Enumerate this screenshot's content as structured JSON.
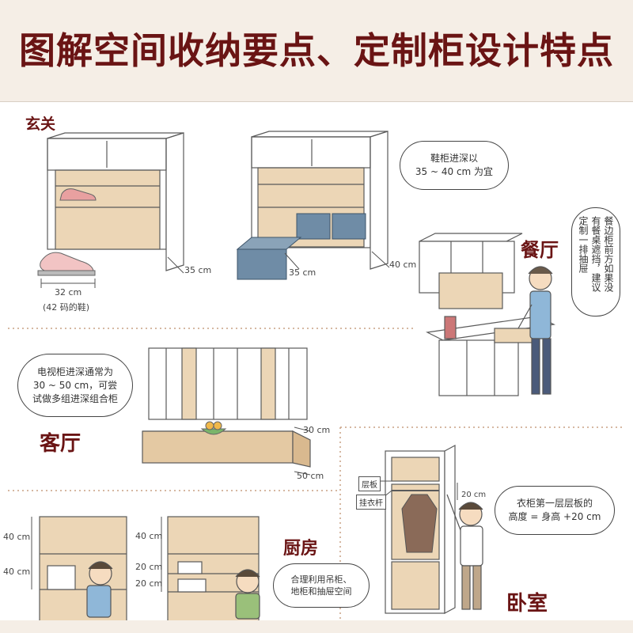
{
  "title": "图解空间收纳要点、定制柜设计特点",
  "sections": {
    "entrance": {
      "label": "玄关",
      "dim_shoe_length": "32 cm",
      "shoe_note": "(42 码的鞋)",
      "dim_depth_1": "35 cm",
      "dim_depth_2": "35 cm",
      "dim_depth_3": "40 cm",
      "bubble": [
        "鞋柜进深以",
        "35 ~ 40 cm 为宜"
      ]
    },
    "dining": {
      "label": "餐厅",
      "bubble_columns": [
        "餐边柜前方如果没",
        "有餐桌遮挡，建议",
        "定制一排抽屉"
      ]
    },
    "living": {
      "label": "客厅",
      "bubble": [
        "电视柜进深通常为",
        "30 ~ 50 cm，可尝",
        "试做多组进深组合柜"
      ],
      "dim_30": "30 cm",
      "dim_50": "50 cm"
    },
    "kitchen": {
      "label": "厨房",
      "dims_left": [
        "40 cm",
        "40 cm"
      ],
      "dims_right": [
        "40 cm",
        "20 cm",
        "20 cm"
      ],
      "bubble": [
        "合理利用吊柜、",
        "地柜和抽屉空间"
      ]
    },
    "bedroom": {
      "label": "卧室",
      "tag_shelf": "层板",
      "tag_rod": "挂衣杆",
      "dim_20": "20 cm",
      "bubble": [
        "衣柜第一层层板的",
        "高度 = 身高 +20 cm"
      ]
    }
  },
  "colors": {
    "title": "#6a1414",
    "header_bg": "#f5eee6",
    "wood": "#ecd6b6",
    "wood_dark": "#d9b98f",
    "box_blue": "#6f8ca6",
    "divider": "#c9a184"
  }
}
